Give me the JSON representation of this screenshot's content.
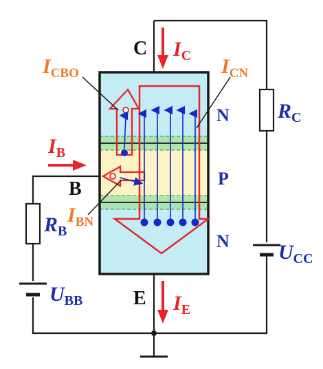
{
  "terminals": {
    "collector": "C",
    "base": "B",
    "emitter": "E"
  },
  "regions": {
    "top": "N",
    "middle": "P",
    "bottom": "N"
  },
  "currents": {
    "ic": {
      "main": "I",
      "sub": "C"
    },
    "ib": {
      "main": "I",
      "sub": "B"
    },
    "ie": {
      "main": "I",
      "sub": "E"
    },
    "icbo": {
      "main": "I",
      "sub": "CBO"
    },
    "icn": {
      "main": "I",
      "sub": "CN"
    },
    "ibn": {
      "main": "I",
      "sub": "BN"
    }
  },
  "components": {
    "rc": {
      "main": "R",
      "sub": "C"
    },
    "rb": {
      "main": "R",
      "sub": "B"
    },
    "ucc": {
      "main": "U",
      "sub": "CC"
    },
    "ubb": {
      "main": "U",
      "sub": "BB"
    }
  },
  "colors": {
    "wire": "#1a1a1a",
    "red": "#e8232a",
    "orange": "#f07a28",
    "blue": "#1c2fa6",
    "body": "#c3ecf4",
    "base_layer": "#fbf4c6",
    "junction": "#a8e2a6",
    "carrier": "#1428c8"
  }
}
